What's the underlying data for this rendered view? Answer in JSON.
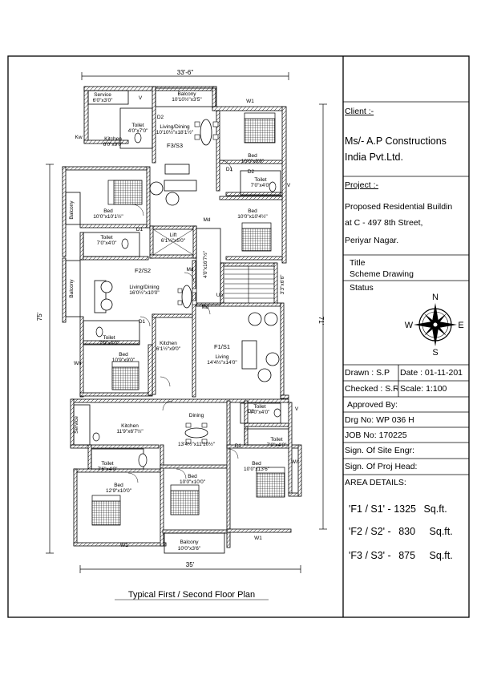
{
  "title_block": {
    "client_label": "Client :-",
    "client_line1": "Ms/- A.P Constructions",
    "client_line2": "India Pvt.Ltd.",
    "project_label": "Project :-",
    "project_line1": "Proposed Residential Buildin",
    "project_line2": "at C - 497 8th Street,",
    "project_line3": "Periyar Nagar.",
    "title_label": "Title",
    "title_value": "Scheme Drawing",
    "status_label": "Status",
    "compass": {
      "n": "N",
      "s": "S",
      "e": "E",
      "w": "W"
    },
    "drawn": "Drawn   : S.P",
    "date": "Date : 01-11-201",
    "checked": "Checked : S.R",
    "scale": "Scale:  1:100",
    "approved": "Approved By:",
    "drg_no": "Drg No: WP 036 H",
    "job_no": "JOB No: 170225",
    "site_engr": "Sign. Of Site Engr:",
    "proj_head": "Sign. Of Proj Head:",
    "area_heading": "AREA DETAILS:",
    "areas": [
      {
        "unit": "'F1 / S1' -",
        "value": "1325",
        "unit_label": "Sq.ft."
      },
      {
        "unit": "'F2 / S2' -",
        "value": "830",
        "unit_label": "Sq.ft."
      },
      {
        "unit": "'F3 / S3' -",
        "value": "875",
        "unit_label": "Sq.ft."
      }
    ]
  },
  "plan": {
    "caption": "Typical First / Second Floor Plan",
    "dims": {
      "top": "33'-6\"",
      "bottom": "35'",
      "left": "75'",
      "right": "71'"
    },
    "units": [
      "F3/S3",
      "F2/S2",
      "F1/S1"
    ],
    "labels": {
      "balcony_top": "Balcony",
      "balcony_top_d": "10'10½\"x3'5\"",
      "service_top": "Service",
      "service_top_d": "6'0\"x3'0\"",
      "kitchen_top": "Kitchen",
      "kitchen_top_d": "6'0\"x9'0\"",
      "toilet_a": "Toilet",
      "toilet_a_d": "4'0\"x7'0\"",
      "living_top": "Living/Dining",
      "living_top_d": "10'10½\"x18'1½\"",
      "bed_tr": "Bed",
      "bed_tr_d": "10'0\"x9'9\"",
      "toilet_b": "Toilet",
      "toilet_b_d": "7'0\"x4'0\"",
      "bed_l1": "Bed",
      "bed_l1_d": "10'0\"x10'1½\"",
      "bed_r2": "Bed",
      "bed_r2_d": "10'0\"x10'4½\"",
      "balcony_l1": "Balcony",
      "toilet_c": "Toilet",
      "toilet_c_d": "7'0\"x4'0\"",
      "lift": "Lift",
      "lift_d": "6'1½\"x5'0\"",
      "lobby_d": "4'0\"x16'7½\"",
      "stair_d": "3'3\"x6'6\"",
      "balcony_l2": "Balcony",
      "living_mid": "Living/Dining",
      "living_mid_d": "16'0½\"x10'0\"",
      "toilet_d": "Toilet",
      "toilet_d_d": "7'9\"x4'0\"",
      "kitchen_mid": "Kitchen",
      "kitchen_mid_d": "6'1½\"x9'0\"",
      "living_f1": "Living",
      "living_f1_d": "14'4½\"x14'0\"",
      "bed_l3": "Bed",
      "bed_l3_d": "10'9\"x9'0\"",
      "toilet_e": "Toilet",
      "toilet_e_d": "7'0\"x4'0\"",
      "service_bot": "Service",
      "kitchen_bot": "Kitchen",
      "kitchen_bot_d": "11'9\"x6'7½\"",
      "dining": "Dining",
      "dining_d": "13'4½\"x11'10½\"",
      "toilet_f": "Toilet",
      "toilet_f_d": "7'0\"x4'0\"",
      "toilet_g": "Toilet",
      "toilet_g_d": "7'6\"x4'0\"",
      "bed_bl": "Bed",
      "bed_bl_d": "12'9\"x10'0\"",
      "bed_bm": "Bed",
      "bed_bm_d": "10'0\"x10'0\"",
      "bed_br": "Bed",
      "bed_br_d": "10'0\"x13'6\"",
      "balcony_bot": "Balcony",
      "balcony_bot_d": "10'0\"x3'6\"",
      "up": "Up",
      "md": "Md",
      "kw": "Kw",
      "d1": "D1",
      "d2": "D2",
      "w1": "W1",
      "v": "V",
      "wr": "W/r"
    }
  }
}
